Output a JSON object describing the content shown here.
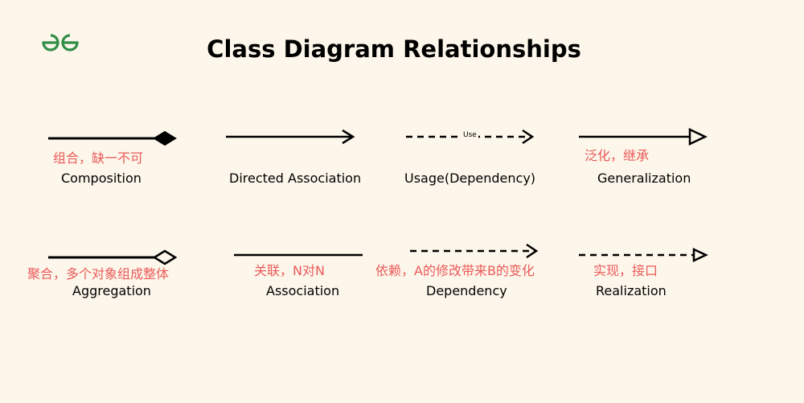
{
  "title": "Class Diagram Relationships",
  "colors": {
    "background": "#fdf6ea",
    "annotation": "#ea5a5a",
    "logo": "#2f8d46"
  },
  "relationships": [
    {
      "name": "Composition",
      "note": "组合，缺一不可",
      "line": "solid",
      "head": "filled-diamond"
    },
    {
      "name": "Directed Association",
      "note": "",
      "line": "solid",
      "head": "open-arrow"
    },
    {
      "name": "Usage(Dependency)",
      "note": "",
      "line": "dashed",
      "head": "open-arrow",
      "line_label": "Use"
    },
    {
      "name": "Generalization",
      "note": "泛化，继承",
      "line": "solid",
      "head": "hollow-triangle"
    },
    {
      "name": "Aggregation",
      "note": "聚合，多个对象组成整体",
      "line": "solid",
      "head": "hollow-diamond"
    },
    {
      "name": "Association",
      "note": "关联，N对N",
      "line": "solid",
      "head": "none"
    },
    {
      "name": "Dependency",
      "note": "依赖，A的修改带来B的变化",
      "line": "dashed",
      "head": "open-arrow"
    },
    {
      "name": "Realization",
      "note": "实现，接口",
      "line": "dashed",
      "head": "hollow-triangle"
    }
  ]
}
